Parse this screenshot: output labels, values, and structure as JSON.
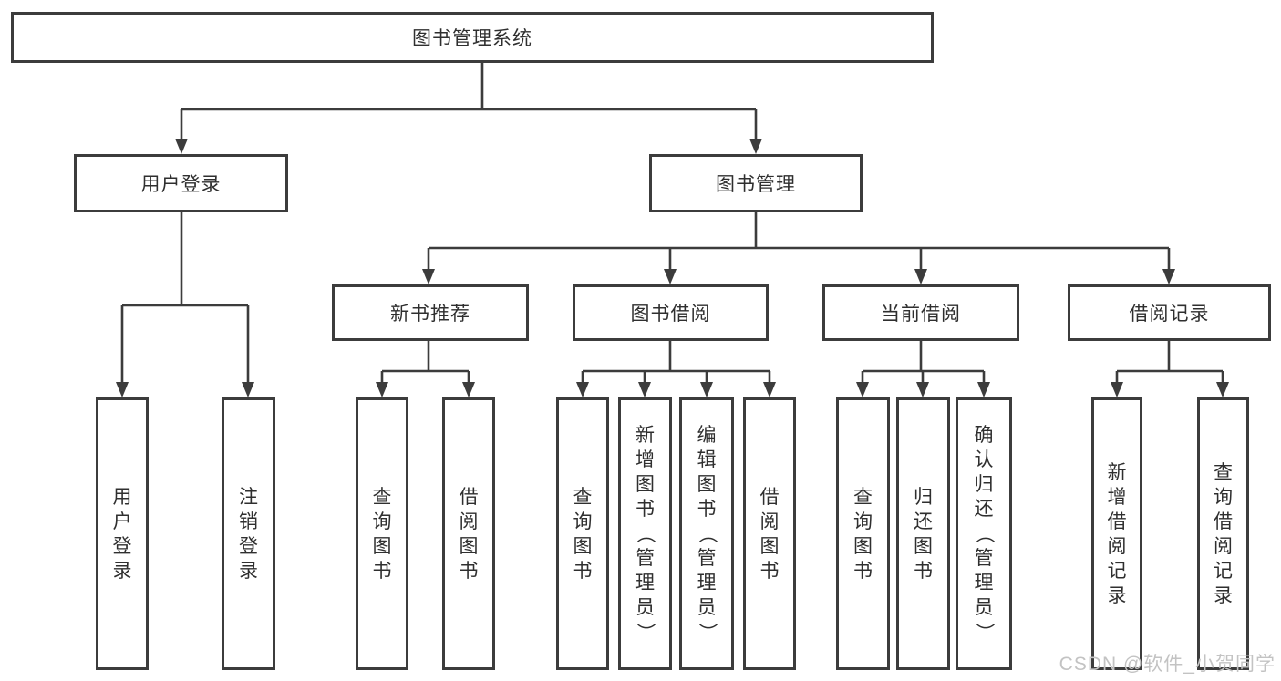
{
  "nodes": {
    "root": {
      "label": "图书管理系统"
    },
    "level2": [
      {
        "label": "用户登录"
      },
      {
        "label": "图书管理"
      }
    ],
    "level3": [
      {
        "label": "新书推荐"
      },
      {
        "label": "图书借阅"
      },
      {
        "label": "当前借阅"
      },
      {
        "label": "借阅记录"
      }
    ],
    "leaves": [
      {
        "label": "用户登录"
      },
      {
        "label": "注销登录"
      },
      {
        "label": "查询图书"
      },
      {
        "label": "借阅图书"
      },
      {
        "label": "查询图书"
      },
      {
        "label": "新增图书（管理员）"
      },
      {
        "label": "编辑图书（管理员）"
      },
      {
        "label": "借阅图书"
      },
      {
        "label": "查询图书"
      },
      {
        "label": "归还图书"
      },
      {
        "label": "确认归还（管理员）"
      },
      {
        "label": "新增借阅记录"
      },
      {
        "label": "查询借阅记录"
      }
    ]
  },
  "watermark": {
    "text": "CSDN @软件_小贺同学"
  },
  "colors": {
    "line": "#3c3c3c",
    "text": "#2f2f2f",
    "watermark": "#c3c3c3",
    "background": "#ffffff"
  }
}
